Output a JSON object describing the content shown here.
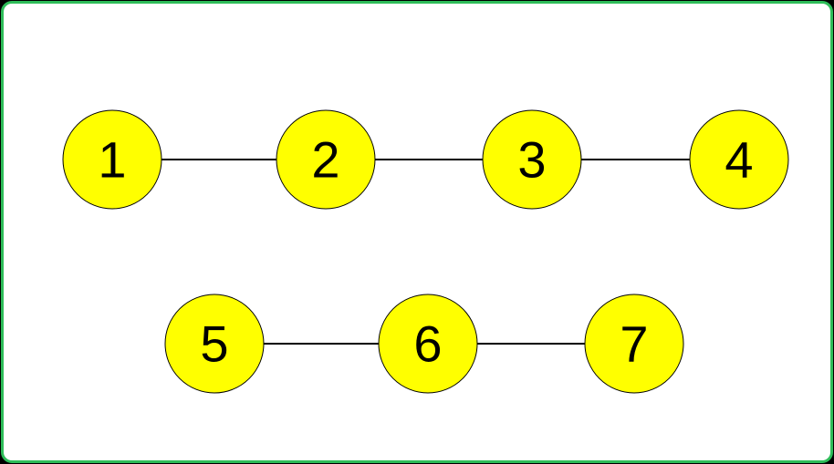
{
  "colors": {
    "background": "#000000",
    "frame_border": "#2ebd59",
    "frame_fill": "#ffffff",
    "node_fill": "#ffff00",
    "node_stroke": "#000000",
    "edge": "#000000"
  },
  "graph": {
    "nodes": [
      {
        "id": "1",
        "label": "1"
      },
      {
        "id": "2",
        "label": "2"
      },
      {
        "id": "3",
        "label": "3"
      },
      {
        "id": "4",
        "label": "4"
      },
      {
        "id": "5",
        "label": "5"
      },
      {
        "id": "6",
        "label": "6"
      },
      {
        "id": "7",
        "label": "7"
      }
    ],
    "edges": [
      {
        "from": "1",
        "to": "2"
      },
      {
        "from": "2",
        "to": "3"
      },
      {
        "from": "3",
        "to": "4"
      },
      {
        "from": "5",
        "to": "6"
      },
      {
        "from": "6",
        "to": "7"
      }
    ]
  }
}
